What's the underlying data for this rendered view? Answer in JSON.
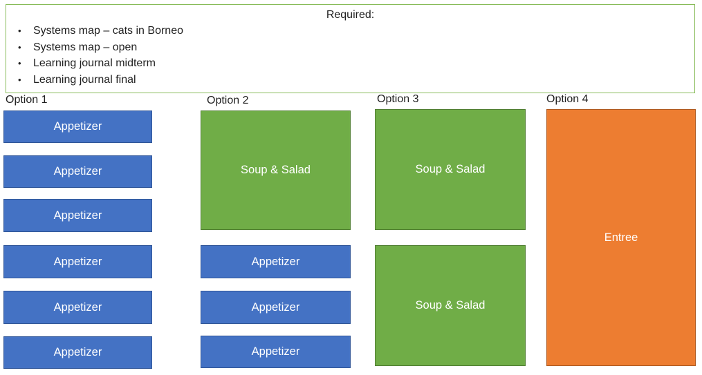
{
  "required": {
    "title": "Required:",
    "bullet": "•",
    "items": [
      "Systems map – cats in Borneo",
      "Systems map – open",
      "Learning journal midterm",
      "Learning journal final"
    ]
  },
  "columns": [
    {
      "header": "Option 1",
      "boxes": [
        {
          "label": "Appetizer",
          "kind": "appetizer"
        },
        {
          "label": "Appetizer",
          "kind": "appetizer"
        },
        {
          "label": "Appetizer",
          "kind": "appetizer"
        },
        {
          "label": "Appetizer",
          "kind": "appetizer"
        },
        {
          "label": "Appetizer",
          "kind": "appetizer"
        },
        {
          "label": "Appetizer",
          "kind": "appetizer"
        }
      ]
    },
    {
      "header": "Option 2",
      "boxes": [
        {
          "label": "Soup & Salad",
          "kind": "soup-salad"
        },
        {
          "label": "Appetizer",
          "kind": "appetizer"
        },
        {
          "label": "Appetizer",
          "kind": "appetizer"
        },
        {
          "label": "Appetizer",
          "kind": "appetizer"
        }
      ]
    },
    {
      "header": "Option 3",
      "boxes": [
        {
          "label": "Soup & Salad",
          "kind": "soup-salad"
        },
        {
          "label": "Soup & Salad",
          "kind": "soup-salad"
        }
      ]
    },
    {
      "header": "Option 4",
      "boxes": [
        {
          "label": "Entree",
          "kind": "entree"
        }
      ]
    }
  ],
  "colors": {
    "appetizer_fill": "#4472C4",
    "appetizer_border": "#2F5597",
    "soup_salad_fill": "#70AD47",
    "soup_salad_border": "#507E32",
    "entree_fill": "#ED7D31",
    "entree_border": "#AE5A21",
    "required_box_border": "#87BB58",
    "body_text": "#1F1F1F",
    "box_label_text": "#FFFFFF"
  }
}
